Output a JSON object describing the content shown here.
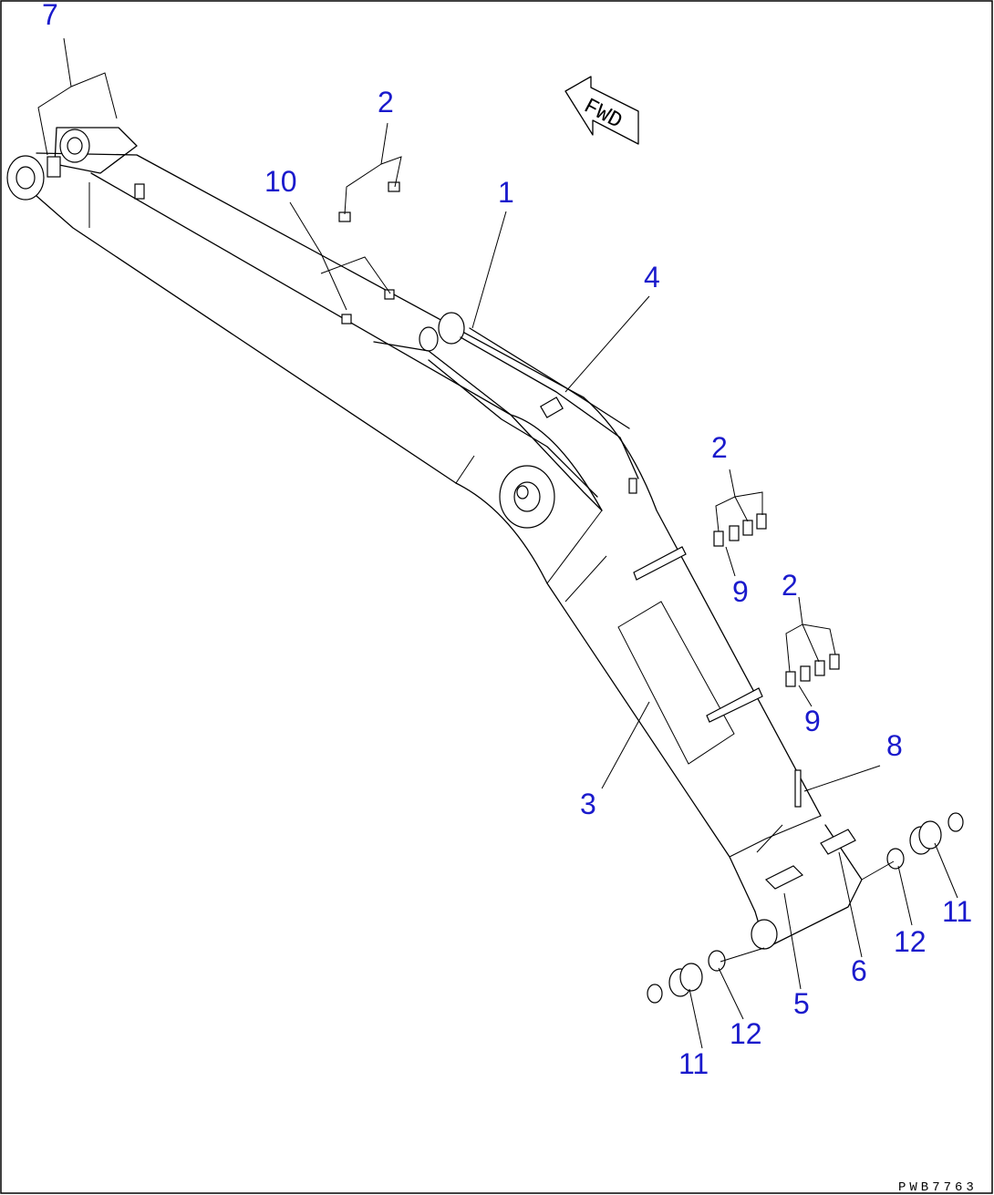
{
  "direction_marker": "FWD",
  "drawing_code": "PWB7763",
  "callouts": {
    "c1": "1",
    "c2a": "2",
    "c2b": "2",
    "c2c": "2",
    "c3": "3",
    "c4": "4",
    "c5": "5",
    "c6": "6",
    "c7": "7",
    "c8": "8",
    "c9a": "9",
    "c9b": "9",
    "c10": "10",
    "c11a": "11",
    "c11b": "11",
    "c12a": "12",
    "c12b": "12"
  },
  "colors": {
    "callout_text": "#1a1acc",
    "line": "#000000",
    "background": "#ffffff"
  }
}
